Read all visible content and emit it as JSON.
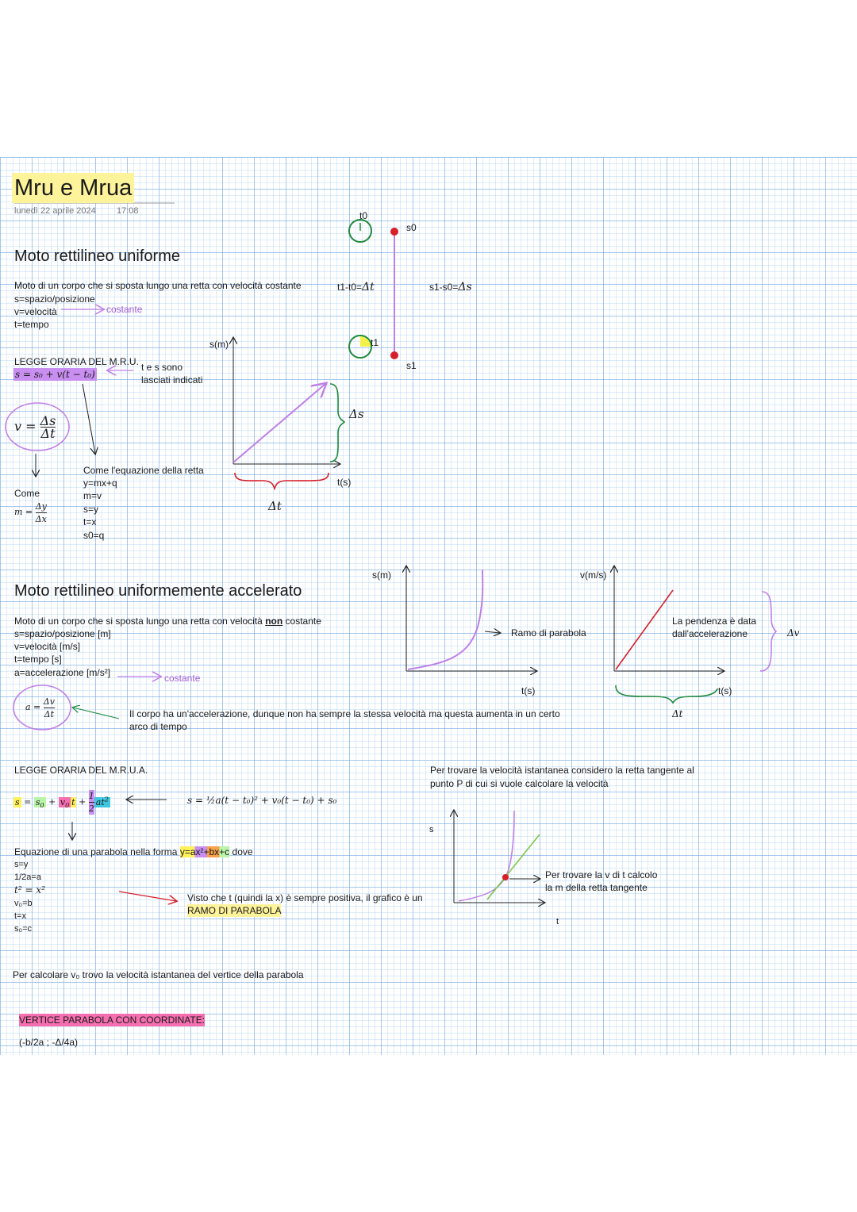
{
  "title": "Mru e Mrua",
  "date": "lunedì 22 aprile 2024",
  "time": "17:08",
  "mru": {
    "heading": "Moto rettilineo uniforme",
    "def": "Moto di un corpo che si sposta lungo una retta con velocità costante",
    "s": "s=spazio/posizione",
    "v": "v=velocità",
    "costante": "costante",
    "t": "t=tempo",
    "law_title": "LEGGE ORARIA DEL M.R.U.",
    "law": "s = s₀ + v(t − t₀)",
    "note1": "t e s sono",
    "note2": "lasciati indicati",
    "v_lhs": "v =",
    "v_num": "Δs",
    "v_den": "Δt",
    "come": "Come",
    "m_lhs": "m =",
    "m_num": "Δy",
    "m_den": "Δx",
    "retta": [
      "Come l'equazione della retta",
      "y=mx+q",
      "m=v",
      "s=y",
      "t=x",
      "s0=q"
    ],
    "graph_y": "s(m)",
    "graph_x": "t(s)",
    "delta_s": "Δs",
    "delta_t": "Δt",
    "t0": "t0",
    "t1": "t1",
    "s0": "s0",
    "s1": "s1",
    "dt_label": "t1-t0=",
    "dt_sym": "Δt",
    "ds_label": "s1-s0=",
    "ds_sym": "Δs"
  },
  "mrua": {
    "heading": "Moto rettilineo uniformemente accelerato",
    "def_a": "Moto di un corpo che si sposta lungo una retta con velocità ",
    "def_non": "non",
    "def_b": " costante",
    "s": "s=spazio/posizione [m]",
    "v": "v=velocità [m/s]",
    "t": "t=tempo [s]",
    "a": "a=accelerazione [m/s²]",
    "costante": "costante",
    "a_lhs": "a =",
    "a_num": "Δv",
    "a_den": "Δt",
    "accel_note1": "Il corpo ha un'accelerazione, dunque non ha sempre la stessa velocità ma questa aumenta in un certo",
    "accel_note2": "arco di tempo",
    "g1_y": "s(m)",
    "g1_x": "t(s)",
    "ramo": "Ramo di parabola",
    "g2_y": "v(m/s)",
    "g2_x": "t(s)",
    "pend1": "La pendenza è data",
    "pend2": "dall'accelerazione",
    "dv": "Δv",
    "dt": "Δt",
    "law_title": "LEGGE ORARIA DEL M.R.U.A.",
    "law_full": "s = ½a(t − t₀)² + v₀(t − t₀) + s₀",
    "parab_a": "Equazione di una parabola nella forma ",
    "parab_eq": "y=ax²+bx+c",
    "parab_b": " dove",
    "mapping": [
      "s=y",
      "1/2a=a",
      "t² = x²",
      "v₀=b",
      "t=x",
      "s₀=c"
    ],
    "visto1": "Visto che t (quindi la x) è sempre positiva, il grafico è un",
    "visto2": "RAMO DI PARABOLA",
    "ist1": "Per trovare la velocità istantanea considero la retta tangente al",
    "ist2": "punto P di cui si vuole calcolare la velocità",
    "g3_y": "s",
    "g3_x": "t",
    "tang1": "Per trovare la v di t calcolo",
    "tang2": "la m della retta tangente",
    "v0_note": "Per calcolare v₀ trovo la velocità istantanea del vertice della parabola",
    "vertice": "VERTICE PARABOLA CON COORDINATE:",
    "vertice_coord": "(-b/2a ; -Δ/4a)"
  },
  "colors": {
    "highlight": "#fdf39a",
    "purple": "#c07fe8",
    "red": "#d81f2a",
    "green": "#1e8a3a"
  }
}
